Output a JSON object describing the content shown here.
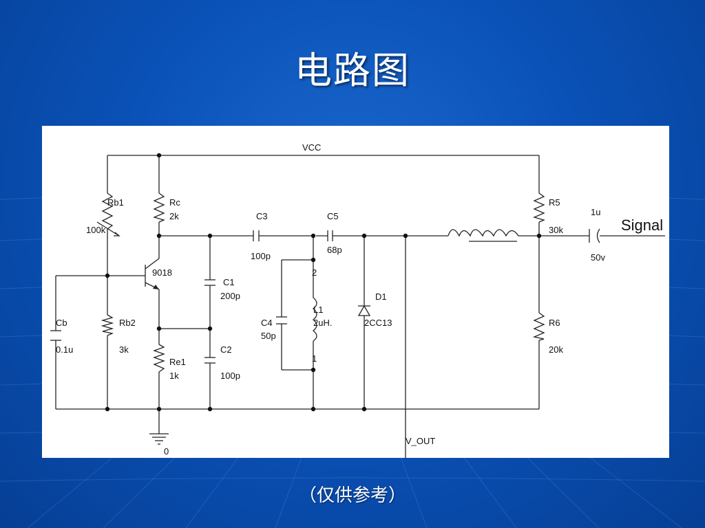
{
  "slide": {
    "title": "电路图",
    "footer": "（仅供参考）",
    "background_color": "#0a4fb0"
  },
  "diagram": {
    "labels": {
      "vcc": "VCC",
      "rb1": "Rb1",
      "rb1_val": "100k",
      "rc": "Rc",
      "rc_val": "2k",
      "transistor": "9018",
      "rb2": "Rb2",
      "rb2_val": "3k",
      "cb": "Cb",
      "cb_val": "0.1u",
      "re1": "Re1",
      "re1_val": "1k",
      "c1": "C1",
      "c1_val": "200p",
      "c2": "C2",
      "c2_val": "100p",
      "c3": "C3",
      "c3_val": "100p",
      "c4": "C4",
      "c4_val": "50p",
      "l1": "L1",
      "l1_val": "2uH.",
      "pin2": "2",
      "pin1": "1",
      "c5": "C5",
      "c5_val": "68p",
      "d1": "D1",
      "d1_val": "2CC13",
      "r5": "R5",
      "r5_val": "30k",
      "r6": "R6",
      "r6_val": "20k",
      "cout": "1u",
      "cout_val": "50v",
      "signal": "Signal",
      "vout": "V_OUT",
      "ground": "0"
    }
  }
}
